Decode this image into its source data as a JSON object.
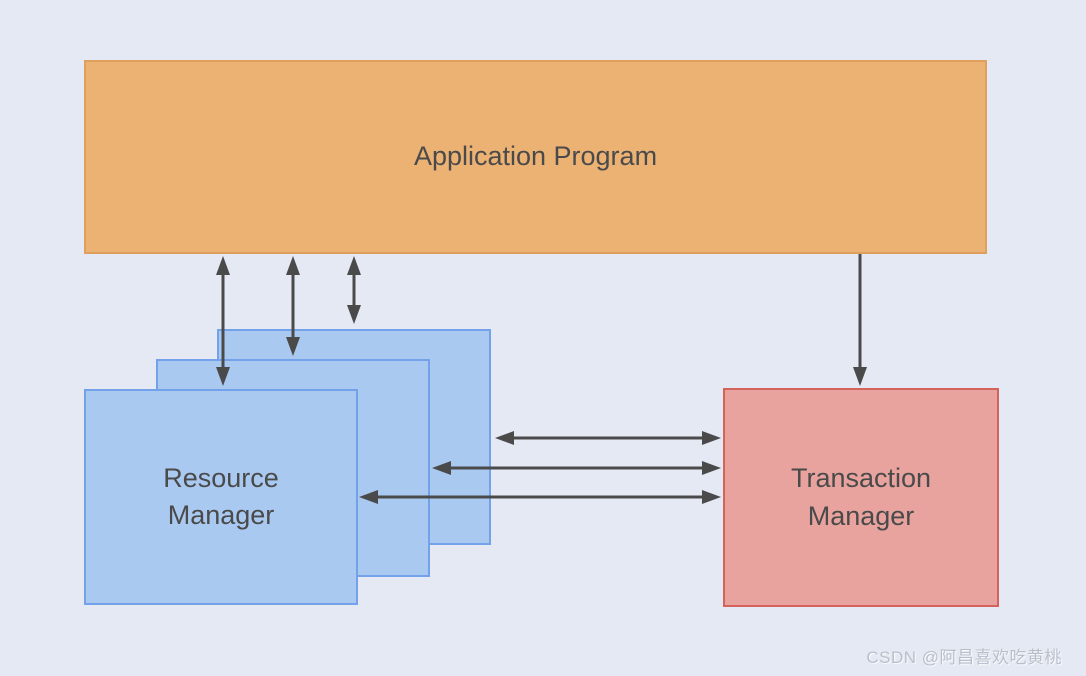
{
  "diagram": {
    "background_color": "#e5e9f4",
    "text_color": "#4a4a4a",
    "arrow_color": "#4a4a4a",
    "nodes": {
      "application_program": {
        "label": "Application Program",
        "fill": "#ecb274",
        "border": "#dfa05e"
      },
      "resource_manager": {
        "label_line1": "Resource",
        "label_line2": "Manager",
        "fill": "#a9c9f1",
        "border": "#73a2eb",
        "stacked_copies": 3
      },
      "transaction_manager": {
        "label_line1": "Transaction",
        "label_line2": "Manager",
        "fill": "#e8a39e",
        "border": "#d4635c"
      }
    },
    "connections": [
      {
        "from": "Application Program",
        "to": "Resource Manager",
        "direction": "bidirectional",
        "count": 3
      },
      {
        "from": "Application Program",
        "to": "Transaction Manager",
        "direction": "one-way",
        "count": 1
      },
      {
        "from": "Resource Manager",
        "to": "Transaction Manager",
        "direction": "bidirectional",
        "count": 3
      }
    ]
  },
  "watermark": {
    "text": "CSDN @阿昌喜欢吃黄桃",
    "color": "#b9bfca"
  }
}
